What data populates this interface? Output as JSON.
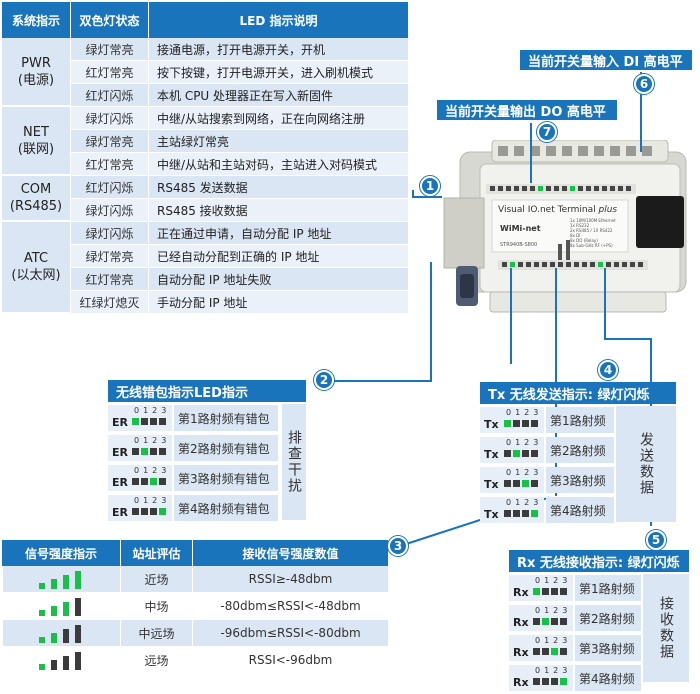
{
  "led_table": {
    "headers": [
      "系统指示",
      "双色灯状态",
      "LED 指示说明"
    ],
    "groups": [
      {
        "name": "PWR",
        "sub": "(电源)",
        "rows": [
          {
            "state": "绿灯常亮",
            "desc": "接通电源，打开电源开关，开机"
          },
          {
            "state": "红灯常亮",
            "desc": "按下按键，打开电源开关，进入刷机模式"
          },
          {
            "state": "红灯闪烁",
            "desc": "本机 CPU 处理器正在写入新固件"
          }
        ]
      },
      {
        "name": "NET",
        "sub": "(联网)",
        "rows": [
          {
            "state": "绿灯闪烁",
            "desc": "中继/从站搜索到网络，正在向网络注册"
          },
          {
            "state": "绿灯常亮",
            "desc": "主站绿灯常亮"
          },
          {
            "state": "红灯常亮",
            "desc": "中继/从站和主站对码，主站进入对码模式"
          }
        ]
      },
      {
        "name": "COM",
        "sub": "(RS485)",
        "rows": [
          {
            "state": "红灯闪烁",
            "desc": "RS485 发送数据"
          },
          {
            "state": "绿灯闪烁",
            "desc": "RS485 接收数据"
          }
        ]
      },
      {
        "name": "ATC",
        "sub": "(以太网)",
        "rows": [
          {
            "state": "绿灯闪烁",
            "desc": "正在通过申请，自动分配 IP 地址"
          },
          {
            "state": "绿灯常亮",
            "desc": "已经自动分配到正确的 IP 地址"
          },
          {
            "state": "红灯常亮",
            "desc": "自动分配 IP 地址失败"
          },
          {
            "state": "红绿灯熄灭",
            "desc": "手动分配 IP 地址"
          }
        ]
      }
    ]
  },
  "banners": {
    "di": "当前开关量输入 DI 高电平",
    "do": "当前开关量输出 DO 高电平"
  },
  "callouts": [
    "1",
    "2",
    "3",
    "4",
    "5",
    "6",
    "7"
  ],
  "device": {
    "brand": "Visual IO.net Terminal",
    "brand_suffix": "plus",
    "logo": "WiMi-net",
    "model": "STR940B-S800",
    "specs": [
      "1x 10M/100M Ethernet",
      "1x RS232",
      "2x RS485 / 1X RS422",
      "8x DI",
      "8x DO (Relay)",
      "8x Sub-GHz RF (+PS)"
    ]
  },
  "er_panel": {
    "title": "无线错包指示LED指示",
    "label": "ER",
    "digits": "0123",
    "rows": [
      "第1路射频有错包",
      "第2路射频有错包",
      "第3路射频有错包",
      "第4路射频有错包"
    ],
    "side": "排查干扰"
  },
  "tx_panel": {
    "title": "Tx 无线发送指示: 绿灯闪烁",
    "label": "Tx",
    "digits": "0123",
    "rows": [
      "第1路射频",
      "第2路射频",
      "第3路射频",
      "第4路射频"
    ],
    "side": "发送数据"
  },
  "rx_panel": {
    "title": "Rx 无线接收指示: 绿灯闪烁",
    "label": "Rx",
    "digits": "0123",
    "rows": [
      "第1路射频",
      "第2路射频",
      "第3路射频",
      "第4路射频"
    ],
    "side": "接收数据"
  },
  "signal_table": {
    "headers": [
      "信号强度指示",
      "站址评估",
      "接收信号强度数值"
    ],
    "rows": [
      {
        "bars_green": 4,
        "eval": "近场",
        "value": "RSSI≥-48dbm"
      },
      {
        "bars_green": 3,
        "eval": "中场",
        "value": "-80dbm≤RSSI<-48dbm"
      },
      {
        "bars_green": 2,
        "eval": "中远场",
        "value": "-96dbm≤RSSI<-80dbm"
      },
      {
        "bars_green": 1,
        "eval": "远场",
        "value": "RSSI<-96dbm"
      }
    ]
  },
  "colors": {
    "accent": "#1a74bc",
    "led_green": "#18c048",
    "led_off": "#3b3b3b"
  }
}
